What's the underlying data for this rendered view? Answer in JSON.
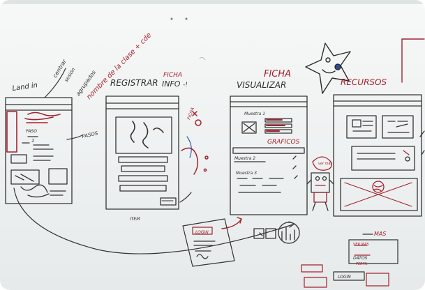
{
  "labels": {
    "landin": "Land in",
    "centrar": "centrar",
    "sesion": "sesión",
    "agrupados": "agrupados",
    "nombre_clase": "nombre de la clase + cde",
    "paso": "PASO",
    "paso_num": "1",
    "pasos": "PASOS",
    "registrar": "REGISTRAR",
    "ficha1": "FICHA",
    "info": "INFO",
    "info_dot": "-!",
    "ficha2": "FICHA",
    "visualizar": "VISUALIZAR",
    "recursos": "RECURSOS",
    "muestra1": "Muestra 1",
    "graficos": "GRAFICOS",
    "muestra2": "Muestra 2",
    "muestra3": "Muestra 3",
    "ficha_side": "FICHA",
    "item": "ITEM",
    "ver_mas": "ver más",
    "mas": "MAS",
    "login": "LOGIN",
    "ver_mas2": "VER MÁS",
    "datos": "DATOS",
    "perfil": "PERFIL",
    "login2": "LOGIN"
  },
  "colors": {
    "marker_black": "#2e2e2e",
    "marker_red": "#a5202c",
    "marker_blue": "#2b4aa0",
    "board": "#f2f4f4"
  }
}
